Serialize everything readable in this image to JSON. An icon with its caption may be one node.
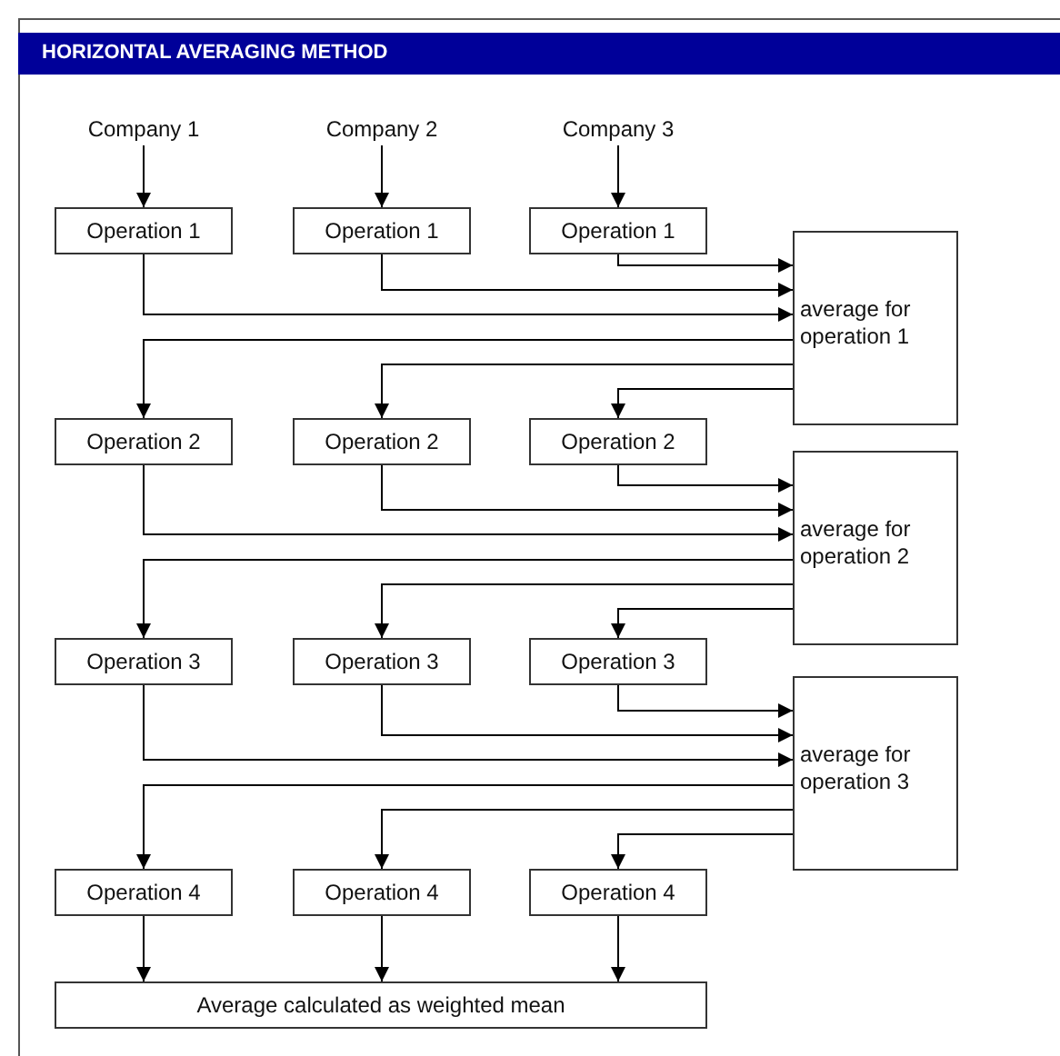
{
  "diagram": {
    "title": "HORIZONTAL AVERAGING METHOD",
    "nodes": [
      {
        "text": [
          "Company 1"
        ]
      },
      {
        "text": [
          "Company 2"
        ]
      },
      {
        "text": [
          "Company 3"
        ]
      },
      {
        "text": [
          "Operation 1"
        ]
      },
      {
        "text": [
          "Operation 1"
        ]
      },
      {
        "text": [
          "Operation 1"
        ]
      },
      {
        "text": [
          "average for operation 1"
        ]
      },
      {
        "text": [
          "Operation 2"
        ]
      },
      {
        "text": [
          "Operation 2"
        ]
      },
      {
        "text": [
          "Operation 2"
        ]
      },
      {
        "text": [
          "average for operation 2"
        ]
      },
      {
        "text": [
          "Operation 3"
        ]
      },
      {
        "text": [
          "Operation 3"
        ]
      },
      {
        "text": [
          "Operation 3"
        ]
      },
      {
        "text": [
          "average for operation 3"
        ]
      },
      {
        "text": [
          "Operation 4"
        ]
      },
      {
        "text": [
          "Operation 4"
        ]
      },
      {
        "text": [
          "Operation 4"
        ]
      },
      {
        "text": [
          "Average calculated as weighted mean"
        ]
      }
    ],
    "edges": [
      {
        "from": 0,
        "to": 3,
        "arrow": "to"
      },
      {
        "from": 1,
        "to": 4,
        "arrow": "to"
      },
      {
        "from": 2,
        "to": 5,
        "arrow": "to"
      },
      {
        "from": 3,
        "to": 6,
        "arrow": "to"
      },
      {
        "from": 4,
        "to": 6,
        "arrow": "to"
      },
      {
        "from": 5,
        "to": 6,
        "arrow": "to"
      },
      {
        "from": 6,
        "to": 7,
        "arrow": "to"
      },
      {
        "from": 6,
        "to": 8,
        "arrow": "to"
      },
      {
        "from": 6,
        "to": 9,
        "arrow": "to"
      },
      {
        "from": 7,
        "to": 10,
        "arrow": "to"
      },
      {
        "from": 8,
        "to": 10,
        "arrow": "to"
      },
      {
        "from": 9,
        "to": 10,
        "arrow": "to"
      },
      {
        "from": 10,
        "to": 11,
        "arrow": "to"
      },
      {
        "from": 10,
        "to": 12,
        "arrow": "to"
      },
      {
        "from": 10,
        "to": 13,
        "arrow": "to"
      },
      {
        "from": 11,
        "to": 14,
        "arrow": "to"
      },
      {
        "from": 12,
        "to": 14,
        "arrow": "to"
      },
      {
        "from": 13,
        "to": 14,
        "arrow": "to"
      },
      {
        "from": 14,
        "to": 15,
        "arrow": "to"
      },
      {
        "from": 14,
        "to": 16,
        "arrow": "to"
      },
      {
        "from": 14,
        "to": 17,
        "arrow": "to"
      },
      {
        "from": 15,
        "to": 18,
        "arrow": "to"
      },
      {
        "from": 16,
        "to": 18,
        "arrow": "to"
      },
      {
        "from": 17,
        "to": 18,
        "arrow": "to"
      }
    ]
  }
}
